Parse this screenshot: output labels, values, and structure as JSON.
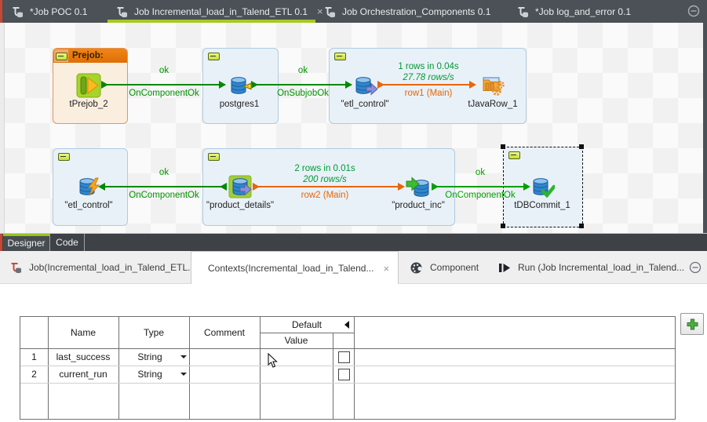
{
  "top_tab_bar": {
    "tabs": [
      {
        "label": "*Job POC 0.1"
      },
      {
        "label": "Job Incremental_load_in_Talend_ETL 0.1",
        "close": "×",
        "active": true
      },
      {
        "label": "Job Orchestration_Components 0.1"
      },
      {
        "label": "*Job log_and_error 0.1"
      }
    ],
    "active_underline_color": "#A8C923"
  },
  "canvas": {
    "prejob_label": "Prejob:",
    "row1": {
      "comp1_label": "tPrejob_2",
      "conn1_top": "ok",
      "conn1_bottom": "OnComponentOk",
      "comp2_label": "postgres1",
      "conn2_top": "ok",
      "conn2_bottom": "OnSubjobOk",
      "comp3_label": "\"etl_control\"",
      "conn3_line1": "1 rows in 0.04s",
      "conn3_line2": "27.78 rows/s",
      "conn3_line3": "row1 (Main)",
      "comp4_label": "tJavaRow_1"
    },
    "row2": {
      "comp1_label": "\"etl_control\"",
      "conn1_top": "ok",
      "conn1_bottom": "OnComponentOk",
      "comp2_label": "\"product_details\"",
      "conn2_line1": "2 rows in 0.01s",
      "conn2_line2": "200 rows/s",
      "conn2_line3": "row2 (Main)",
      "comp3_label": "\"product_inc\"",
      "conn3_top": "ok",
      "conn3_bottom": "OnComponentOk",
      "comp4_label": "tDBCommit_1"
    },
    "colors": {
      "trigger_green": "#008A00",
      "flow_orange": "#E8650A",
      "stats_green": "#009933"
    }
  },
  "designer_bar": {
    "designer": "Designer",
    "code": "Code"
  },
  "view_tabs": {
    "job": "Job(Incremental_load_in_Talend_ETL...",
    "contexts": "Contexts(Incremental_load_in_Talend...",
    "contexts_close": "×",
    "component": "Component",
    "run": "Run (Job Incremental_load_in_Talend..."
  },
  "context_table": {
    "headers": {
      "name": "Name",
      "type": "Type",
      "comment": "Comment",
      "default_group": "Default",
      "value": "Value"
    },
    "rows": [
      {
        "num": "1",
        "name": "last_success",
        "type": "String"
      },
      {
        "num": "2",
        "name": "current_run",
        "type": "String"
      }
    ]
  }
}
